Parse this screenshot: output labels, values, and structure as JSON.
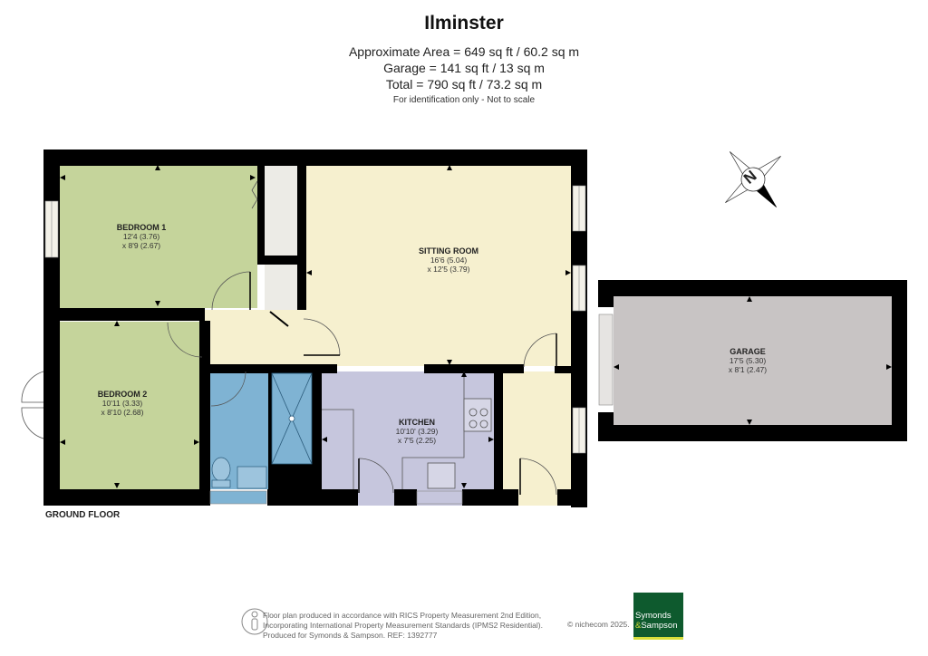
{
  "header": {
    "title": "Ilminster",
    "area_line": "Approximate Area = 649 sq ft / 60.2 sq m",
    "garage_line": "Garage = 141 sq ft / 13 sq m",
    "total_line": "Total = 790 sq ft / 73.2 sq m",
    "disclaimer": "For identification only - Not to scale"
  },
  "floor": {
    "label": "GROUND FLOOR"
  },
  "rooms": {
    "bedroom1": {
      "name": "BEDROOM 1",
      "dim1": "12'4 (3.76)",
      "dim2": "x 8'9 (2.67)"
    },
    "bedroom2": {
      "name": "BEDROOM 2",
      "dim1": "10'11 (3.33)",
      "dim2": "x 8'10 (2.68)"
    },
    "sitting": {
      "name": "SITTING ROOM",
      "dim1": "16'6 (5.04)",
      "dim2": "x 12'5 (3.79)"
    },
    "kitchen": {
      "name": "KITCHEN",
      "dim1": "10'10' (3.29)",
      "dim2": "x 7'5 (2.25)"
    },
    "garage": {
      "name": "GARAGE",
      "dim1": "17'5 (5.30)",
      "dim2": "x 8'1 (2.47)"
    }
  },
  "compass": {
    "letter": "N",
    "icon": "north-compass-icon"
  },
  "footer": {
    "line1": "Floor plan produced in accordance with RICS Property Measurement 2nd Edition,",
    "line2": "Incorporating International Property Measurement Standards (IPMS2 Residential).",
    "line3": "Produced for Symonds & Sampson.   REF:  1392777",
    "copyright": "© nichecom 2025.",
    "logo_line1": "Symonds",
    "logo_amp": "&",
    "logo_line2": "Sampson",
    "person_icon": "person-icon"
  },
  "colors": {
    "bedroom": "#c5d49b",
    "sitting": "#f6f0cf",
    "kitchen": "#c6c6dd",
    "bathroom": "#7fb3d3",
    "garage": "#c8c4c4",
    "cupboard": "#ecebe6",
    "wall": "#000000",
    "logo_green": "#0e5a2e",
    "logo_accent": "#d6de3a"
  }
}
